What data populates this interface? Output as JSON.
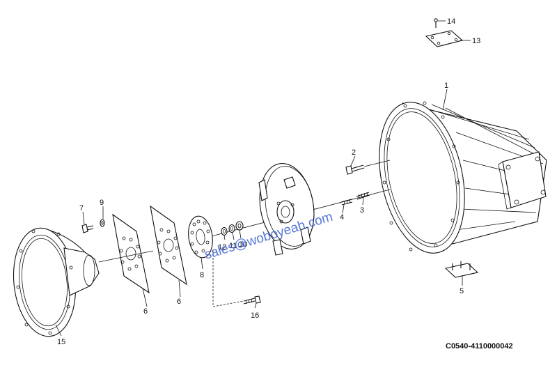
{
  "diagram": {
    "part_code": "C0540-4110000042",
    "watermark": "sales@woboyeah.com",
    "callouts": [
      {
        "id": "c1",
        "text": "1"
      },
      {
        "id": "c2",
        "text": "2"
      },
      {
        "id": "c3",
        "text": "3"
      },
      {
        "id": "c4",
        "text": "4"
      },
      {
        "id": "c5",
        "text": "5"
      },
      {
        "id": "c6a",
        "text": "6"
      },
      {
        "id": "c6b",
        "text": "6"
      },
      {
        "id": "c7",
        "text": "7"
      },
      {
        "id": "c8",
        "text": "8"
      },
      {
        "id": "c9",
        "text": "9"
      },
      {
        "id": "c10",
        "text": "10"
      },
      {
        "id": "c11",
        "text": "11"
      },
      {
        "id": "c12",
        "text": "12"
      },
      {
        "id": "c13",
        "text": "13"
      },
      {
        "id": "c14",
        "text": "14"
      },
      {
        "id": "c15",
        "text": "15"
      },
      {
        "id": "c16",
        "text": "16"
      }
    ]
  }
}
